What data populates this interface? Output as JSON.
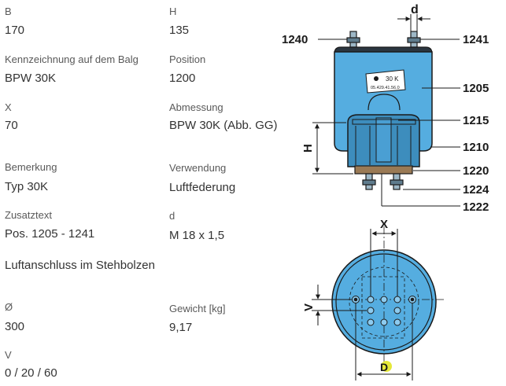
{
  "specs": {
    "b": {
      "label": "B",
      "value": "170"
    },
    "h": {
      "label": "H",
      "value": "135"
    },
    "kennzeichnung": {
      "label": "Kennzeichnung auf dem Balg",
      "value": "BPW 30K"
    },
    "position": {
      "label": "Position",
      "value": "1200"
    },
    "x": {
      "label": "X",
      "value": "70"
    },
    "abmessung": {
      "label": "Abmessung",
      "value": "BPW 30K (Abb. GG)"
    },
    "bemerkung": {
      "label": "Bemerkung",
      "value": "Typ 30K"
    },
    "verwendung": {
      "label": "Verwendung",
      "value": "Luftfederung"
    },
    "zusatztext": {
      "label": "Zusatztext",
      "value": "Pos. 1205 - 1241"
    },
    "d": {
      "label": "d",
      "value": "M 18 x 1,5"
    },
    "luftanschluss": "Luftanschluss im Stehbolzen",
    "durchmesser": {
      "label": "Ø",
      "value": "300"
    },
    "gewicht": {
      "label": "Gewicht [kg]",
      "value": "9,17"
    },
    "v": {
      "label": "V",
      "value": "0 / 20 / 60"
    }
  },
  "drawing": {
    "callouts": {
      "c1240": "1240",
      "c1241": "1241",
      "c1205": "1205",
      "c1215": "1215",
      "c1210": "1210",
      "c1220": "1220",
      "c1224": "1224",
      "c1222": "1222"
    },
    "dims": {
      "d": "d",
      "h": "H",
      "x": "X",
      "v": "V",
      "dia": "D"
    },
    "label_plate": {
      "line1": "30 K",
      "line2": "05.429.41.56.0"
    },
    "colors": {
      "body": "#55ade0",
      "body_light": "#8ccbef",
      "dark": "#1a1a1a",
      "piston": "#3d8dbd",
      "bronze": "#9a7a55",
      "highlight": "#e5e83a"
    }
  }
}
